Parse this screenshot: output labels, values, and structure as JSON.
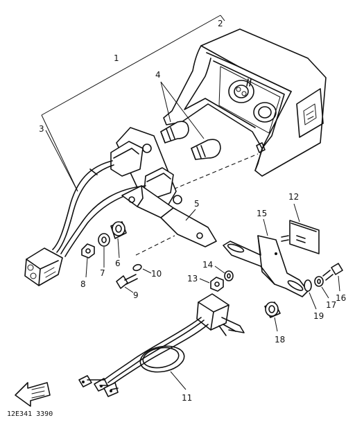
{
  "diagram": {
    "callouts": {
      "c1": "1",
      "c2": "2",
      "c3": "3",
      "c4": "4",
      "c5": "5",
      "c6": "6",
      "c7": "7",
      "c8": "8",
      "c9": "9",
      "c10": "10",
      "c11": "11",
      "c12": "12",
      "c13": "13",
      "c14": "14",
      "c15": "15",
      "c16": "16",
      "c17": "17",
      "c18": "18",
      "c19": "19"
    },
    "drawing_code": "12E341 3390",
    "colors": {
      "line": "#111111",
      "background": "#ffffff"
    }
  }
}
